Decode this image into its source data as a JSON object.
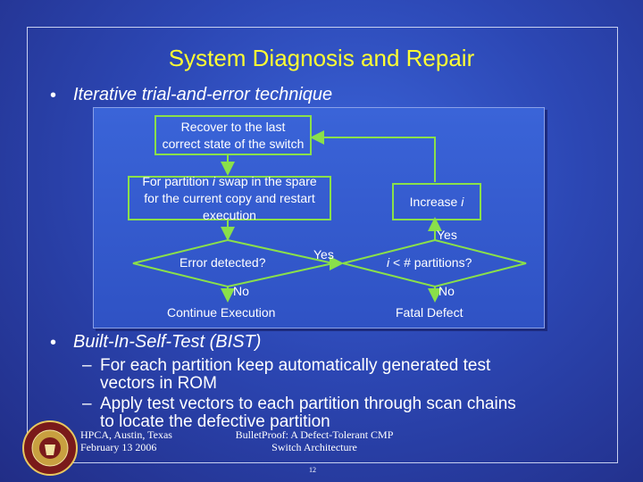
{
  "slide": {
    "title": "System Diagnosis and Repair",
    "bullet1": "Iterative trial-and-error technique",
    "bullet2": "Built-In-Self-Test (BIST)",
    "sub1_line1": "For each partition keep automatically generated test",
    "sub1_line2": "vectors in ROM",
    "sub2_line1": "Apply test vectors to each partition through scan chains",
    "sub2_line2": "to locate the defective partition",
    "dash": "–",
    "bullet_char": "•"
  },
  "flow": {
    "recover_line1": "Recover to the last",
    "recover_line2": "correct state of the switch",
    "swap_line1a": "For partition ",
    "swap_line1_i": "i",
    "swap_line1b": " swap in the spare",
    "swap_line2": "for the current copy and restart",
    "swap_line3": "execution",
    "increase_a": "Increase ",
    "increase_i": "i",
    "error_detected": "Error detected?",
    "partitions_i": "i",
    "partitions_rest": " < # partitions?",
    "yes1": "Yes",
    "yes2": "Yes",
    "no1": "No",
    "no2": "No",
    "continue": "Continue Execution",
    "fatal": "Fatal Defect"
  },
  "footer": {
    "location": "HPCA, Austin, Texas",
    "date": "February 13 2006",
    "paper_line1": "BulletProof: A Defect-Tolerant CMP",
    "paper_line2": "Switch Architecture",
    "page": "12"
  },
  "colors": {
    "title": "#ffff33",
    "flow_border": "#8ae04a",
    "background": "#2c47b4"
  }
}
